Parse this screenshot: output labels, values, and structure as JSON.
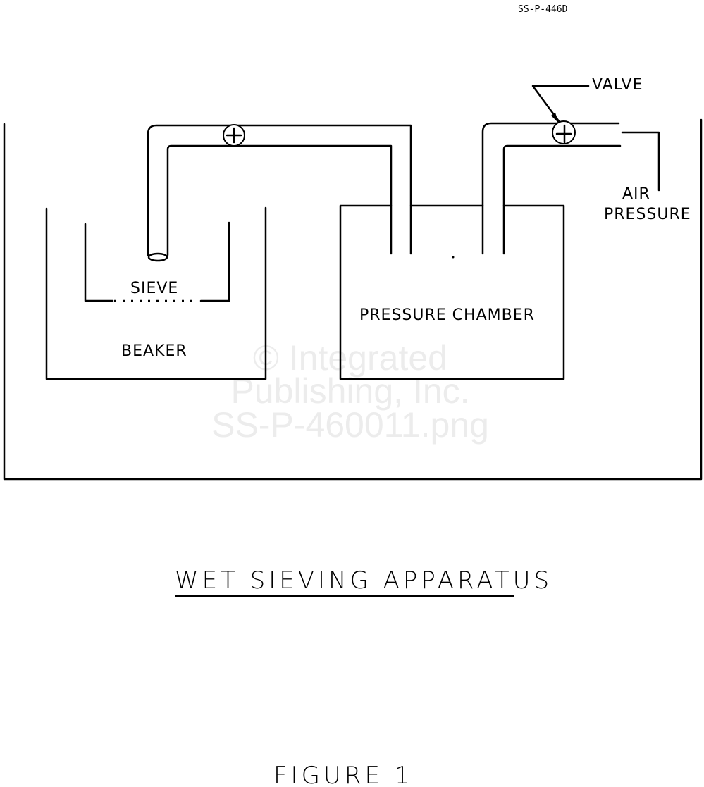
{
  "document_id": "SS-P-446D",
  "labels": {
    "valve": "VALVE",
    "air_line1": "AIR",
    "air_line2": "PRESSURE",
    "sieve": "SIEVE",
    "beaker": "BEAKER",
    "chamber": "PRESSURE CHAMBER"
  },
  "watermark": [
    "© Integrated",
    "Publishing, Inc.",
    "SS-P-460011.png"
  ],
  "title": "WET SIEVING APPARATUS",
  "figure": "FIGURE 1"
}
